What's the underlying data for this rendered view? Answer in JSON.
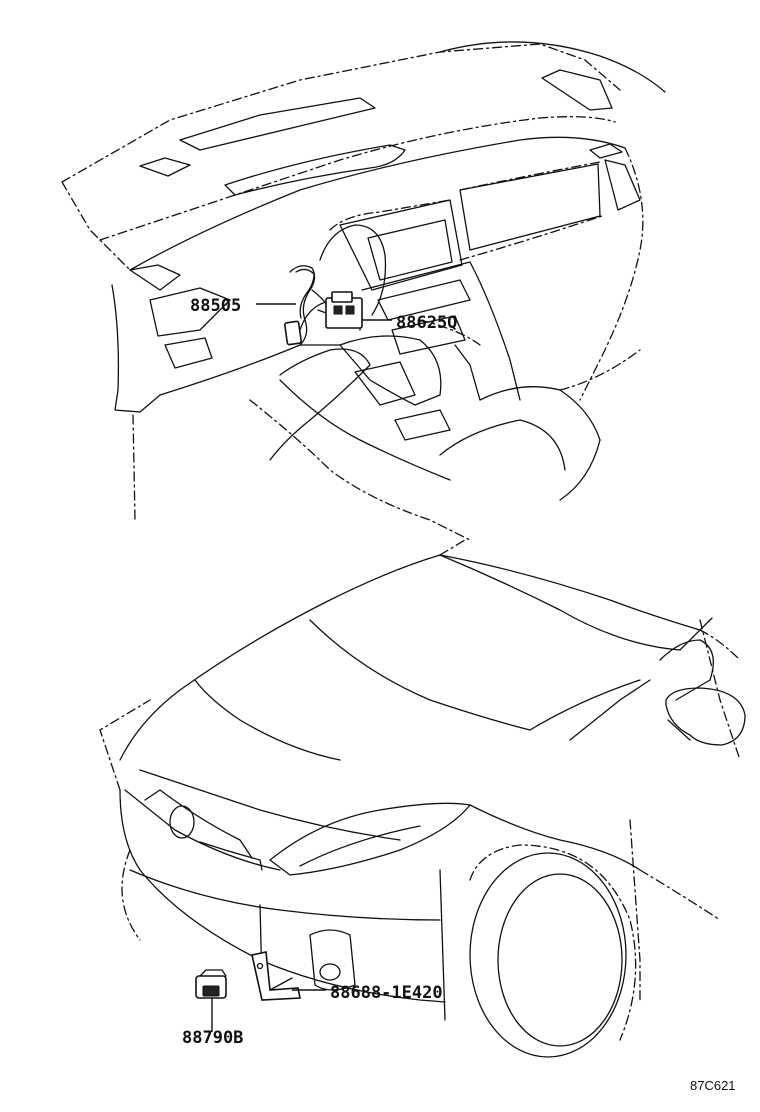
{
  "parts": [
    {
      "id": "p1",
      "label": "88505"
    },
    {
      "id": "p2",
      "label": "88625Q"
    },
    {
      "id": "p3",
      "label": "88688-1E420"
    },
    {
      "id": "p4",
      "label": "88790B"
    }
  ],
  "figure_code": "87C621"
}
